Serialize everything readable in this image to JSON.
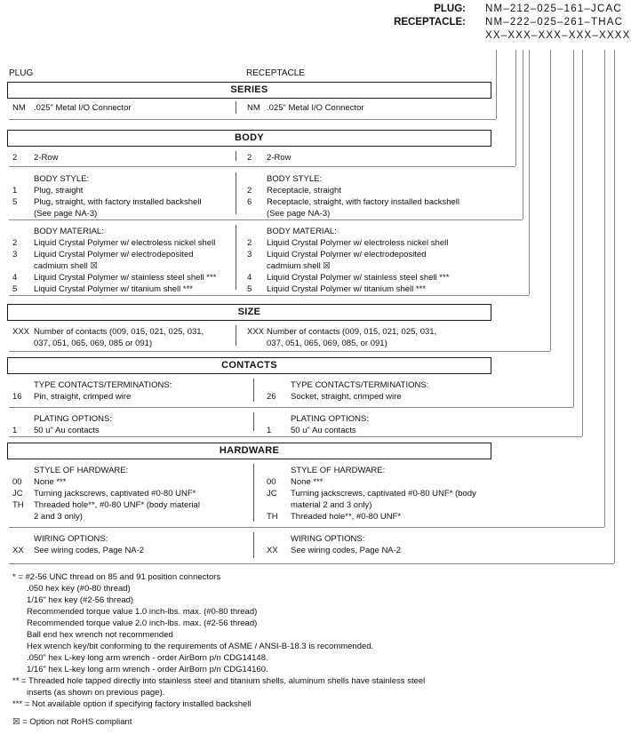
{
  "palette": {
    "background": "#ffffff",
    "text": "#111111",
    "rule": "#8a8a8a",
    "border": "#1a1a1a"
  },
  "part_numbers": {
    "rows": [
      {
        "label": "PLUG:",
        "value": "NM–212–025–161–JCAC"
      },
      {
        "label": "RECEPTACLE:",
        "value": "NM–222–025–261–THAC"
      }
    ],
    "mask": "XX–XXX–XXX–XXX–XXXX"
  },
  "column_labels": {
    "left": "PLUG",
    "right": "RECEPTACLE"
  },
  "sections": [
    {
      "title": "SERIES",
      "blocks": [
        {
          "left": {
            "rows": [
              [
                "NM",
                ".025\" Metal I/O Connector"
              ]
            ]
          },
          "right": {
            "rows": [
              [
                "NM",
                ".025\" Metal I/O Connector"
              ]
            ]
          }
        }
      ]
    },
    {
      "title": "BODY",
      "blocks": [
        {
          "left": {
            "rows": [
              [
                "2",
                "2-Row"
              ]
            ]
          },
          "right": {
            "rows": [
              [
                "2",
                "2-Row"
              ]
            ]
          }
        },
        {
          "left": {
            "heading": "BODY STYLE:",
            "rows": [
              [
                "1",
                "Plug, straight"
              ],
              [
                "5",
                "Plug, straight, with factory installed backshell\n(See page NA-3)"
              ]
            ]
          },
          "right": {
            "heading": "BODY STYLE:",
            "rows": [
              [
                "2",
                "Receptacle, straight"
              ],
              [
                "6",
                "Receptacle, straight, with factory installed backshell\n(See page NA-3)"
              ]
            ]
          }
        },
        {
          "left": {
            "heading": "BODY MATERIAL:",
            "rows": [
              [
                "2",
                "Liquid Crystal Polymer w/ electroless nickel shell"
              ],
              [
                "3",
                "Liquid Crystal Polymer w/ electrodeposited\ncadmium shell  ☒"
              ],
              [
                "4",
                "Liquid Crystal Polymer w/ stainless steel shell ***"
              ],
              [
                "5",
                "Liquid Crystal Polymer w/ titanium shell ***"
              ]
            ]
          },
          "right": {
            "heading": "BODY MATERIAL:",
            "rows": [
              [
                "2",
                "Liquid Crystal Polymer w/ electroless nickel shell"
              ],
              [
                "3",
                "Liquid Crystal Polymer w/ electrodeposited\ncadmium shell  ☒"
              ],
              [
                "4",
                "Liquid Crystal Polymer w/ stainless steel shell ***"
              ],
              [
                "5",
                "Liquid Crystal Polymer w/ titanium shell ***"
              ]
            ]
          }
        }
      ]
    },
    {
      "title": "SIZE",
      "blocks": [
        {
          "left": {
            "rows": [
              [
                "XXX",
                "Number of contacts (009, 015, 021, 025, 031,\n037, 051, 065, 069, 085 or 091)"
              ]
            ]
          },
          "right": {
            "rows": [
              [
                "XXX",
                "Number of contacts (009, 015, 021, 025, 031,\n037, 051, 065, 069, 085, or 091)"
              ]
            ]
          }
        }
      ]
    },
    {
      "title": "CONTACTS",
      "blocks": [
        {
          "left": {
            "heading": "TYPE CONTACTS/TERMINATIONS:",
            "rows": [
              [
                "16",
                "Pin, straight, crimped wire"
              ]
            ]
          },
          "right": {
            "heading": "TYPE CONTACTS/TERMINATIONS:",
            "rows": [
              [
                "26",
                "Socket, straight, crimped wire"
              ]
            ]
          }
        },
        {
          "left": {
            "heading": "PLATING OPTIONS:",
            "rows": [
              [
                "1",
                "50 u\" Au contacts"
              ]
            ]
          },
          "right": {
            "heading": "PLATING OPTIONS:",
            "rows": [
              [
                "1",
                "50 u\" Au contacts"
              ]
            ]
          }
        }
      ]
    },
    {
      "title": "HARDWARE",
      "blocks": [
        {
          "left": {
            "heading": "STYLE OF HARDWARE:",
            "rows": [
              [
                "00",
                "None ***"
              ],
              [
                "JC",
                "Turning jackscrews, captivated #0-80 UNF*"
              ],
              [
                "TH",
                "Threaded hole**, #0-80 UNF* (body material\n2 and 3 only)"
              ]
            ]
          },
          "right": {
            "heading": "STYLE OF HARDWARE:",
            "rows": [
              [
                "00",
                "None ***"
              ],
              [
                "JC",
                "Turning jackscrews, captivated #0-80 UNF* (body\nmaterial 2 and 3 only)"
              ],
              [
                "TH",
                "Threaded hole**, #0-80 UNF*"
              ]
            ]
          }
        },
        {
          "left": {
            "heading": "WIRING OPTIONS:",
            "rows": [
              [
                "XX",
                "See wiring codes, Page NA-2"
              ]
            ]
          },
          "right": {
            "heading": "WIRING OPTIONS:",
            "rows": [
              [
                "XX",
                "See wiring codes, Page NA-2"
              ]
            ]
          }
        }
      ]
    }
  ],
  "footnotes": [
    "* = #2-56 UNC thread on 85 and 91 position connectors\n.050 hex key (#0-80 thread)\n1/16\" hex key (#2-56 thread)\nRecommended torque value 1.0 inch-lbs. max. (#0-80 thread)\nRecommended torque value 2.0 inch-lbs. max. (#2-56 thread)\nBall end hex wrench not recommended\nHex wrench key/bit conforming to the requirements of ASME / ANSI-B-18.3 is recommended.\n.050\" hex L-key long arm wrench - order AirBorn p/n CDG14148.\n1/16\" hex L-key long arm wrench - order AirBorn p/n CDG14160.",
    "** = Threaded hole tapped directly into stainless steel and titanium shells, aluminum shells have stainless steel\ninserts (as shown on previous page).",
    "*** = Not available option if specifying factory installed backshell"
  ],
  "rohs_note": "☒ = Option not RoHS compliant"
}
